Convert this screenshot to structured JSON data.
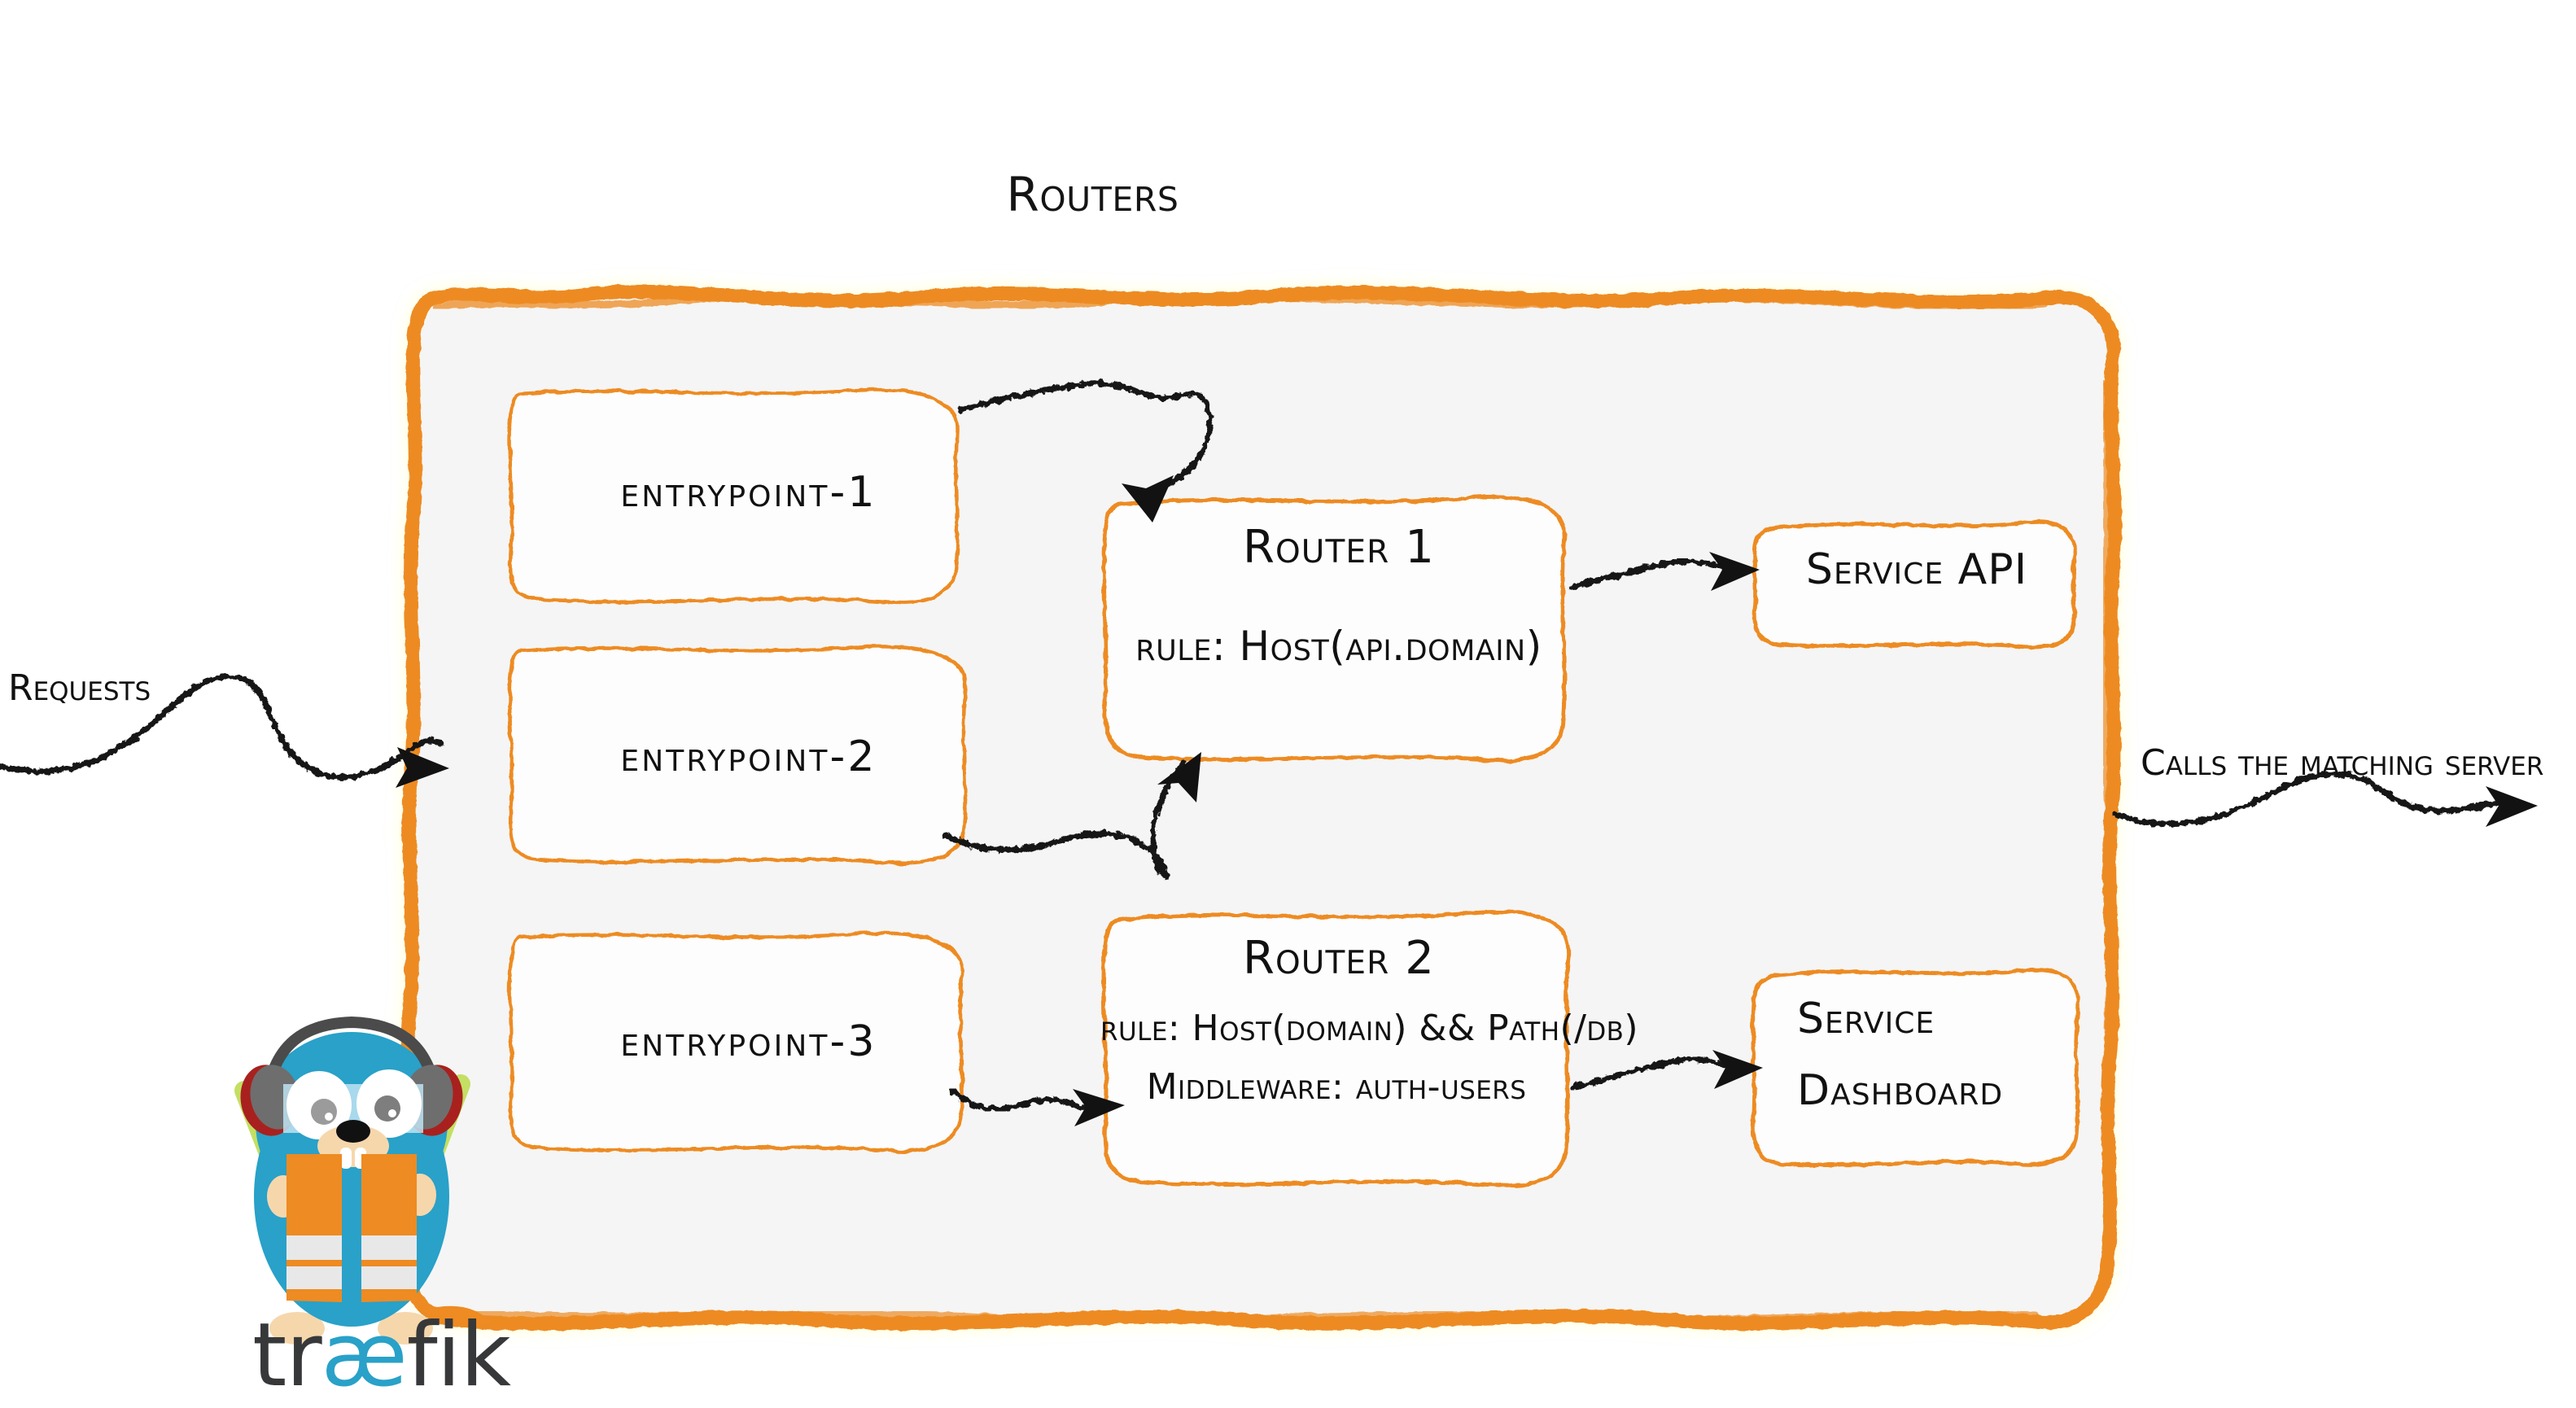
{
  "diagram": {
    "title": "Routers",
    "colors": {
      "brand_orange": "#ED8B22",
      "panel_fill": "#F5F5F5",
      "box_fill": "#FDFDFD",
      "ink": "#111111",
      "traefik_cyan": "#29A1C8",
      "gopher_body": "#29A1C8",
      "vest_orange": "#EE8B22",
      "wand_green": "#C4DF63"
    },
    "entrypoints": [
      {
        "label": "entrypoint-1"
      },
      {
        "label": "entrypoint-2"
      },
      {
        "label": "entrypoint-3"
      }
    ],
    "routers": [
      {
        "name": "Router 1",
        "lines": [
          "rule: Host(api.domain)"
        ]
      },
      {
        "name": "Router 2",
        "lines": [
          "rule: Host(domain) && Path(/db)",
          "Middleware: auth-users"
        ]
      }
    ],
    "services": [
      {
        "label": "Service API",
        "lines": [
          "Service API"
        ]
      },
      {
        "label": "Service Dashboard",
        "lines": [
          "Service",
          "Dashboard"
        ]
      }
    ],
    "edge_labels": {
      "incoming": "Requests",
      "outgoing": "Calls the matching server"
    },
    "logo": {
      "wordmark_pre": "tr",
      "wordmark_lig": "æ",
      "wordmark_post": "fik",
      "mascot": "traefik-gopher-mascot"
    }
  }
}
